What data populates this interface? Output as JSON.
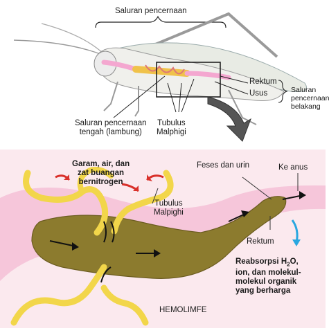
{
  "diagram": {
    "top": {
      "digestive_tract_label": "Saluran pencernaan",
      "rectum_label": "Rektum",
      "intestine_label": "Usus",
      "hindgut_label": [
        "Saluran",
        "pencernaan",
        "belakang"
      ],
      "midgut_label": [
        "Saluran pencernaan",
        "tengah (lambung)"
      ],
      "malpighian_label": [
        "Tubulus",
        "Malphigi"
      ]
    },
    "bottom": {
      "salts_label": [
        "Garam, air, dan",
        "zat buangan",
        "bernitrogen"
      ],
      "tubules_label": [
        "Tubulus",
        "Malpighi"
      ],
      "feces_label": "Feses dan urin",
      "anus_label": "Ke anus",
      "rectum_label": "Rektum",
      "reabsorption_label": [
        "Reabsorpsi H",
        "O,",
        "ion, dan molekul-",
        "molekul organik",
        "yang berharga"
      ],
      "reabsorption_subscript": "2",
      "hemolymph_label": "HEMOLIMFE"
    },
    "colors": {
      "tubule": "#f2d64a",
      "gut": "#8c7b2e",
      "gut_wall": "#f1a9c6",
      "background": "#fbe9ee",
      "red_arrow": "#d9302a",
      "blue_arrow": "#29a7e0"
    }
  }
}
